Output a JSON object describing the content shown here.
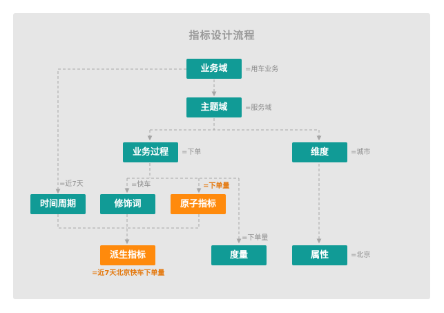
{
  "title": "指标设计流程",
  "nodes": {
    "business_domain": "业务域",
    "subject_domain": "主题域",
    "business_process": "业务过程",
    "dimension": "维度",
    "time_period": "时间周期",
    "modifier": "修饰词",
    "atomic_metric": "原子指标",
    "derived_metric": "派生指标",
    "measure": "度量",
    "attribute": "属性"
  },
  "notes": {
    "business_domain": "=用车业务",
    "subject_domain": "=服务域",
    "business_process": "=下单",
    "dimension": "=城市",
    "time_period": "=近7天",
    "modifier": "=快车",
    "atomic_metric": "=下单量",
    "measure": "=下单量",
    "attribute": "=北京",
    "derived_metric": "=近7天北京快车下单量"
  },
  "colors": {
    "panel": "#e6e6e6",
    "teal": "#119b96",
    "orange": "#ff8a0c",
    "connector": "#a6a6a6",
    "accent_text": "#e4790f"
  }
}
